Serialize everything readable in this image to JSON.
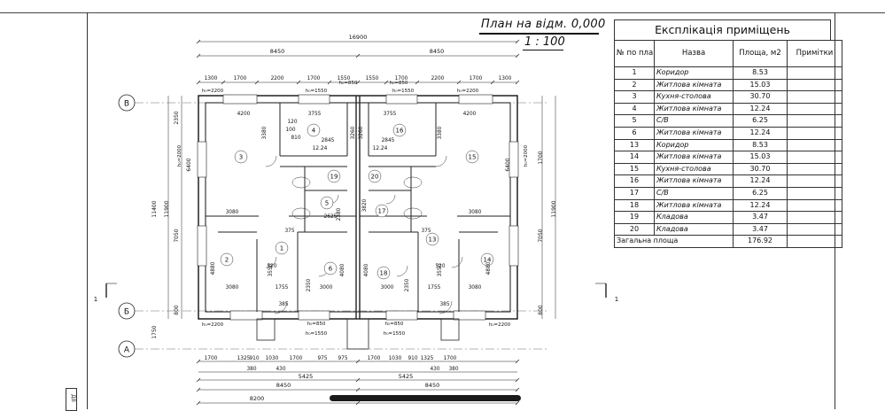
{
  "plan": {
    "title": "План на відм. 0,000",
    "scale": "1 : 100",
    "overall_dim": "16900",
    "half_dims_top": [
      "8450",
      "8450"
    ],
    "half_dims_bottom": [
      "8450",
      "8450"
    ],
    "bottom_total": "8200",
    "top_chain": [
      "1300",
      "1700",
      "2200",
      "1700",
      "1550",
      "1550",
      "1700",
      "2200",
      "1700",
      "1300"
    ],
    "bottom_chain": [
      "1700",
      "1325",
      "910",
      "1030",
      "1700",
      "975",
      "975",
      "1700",
      "1030",
      "910",
      "1325",
      "1700"
    ],
    "bottom_chain2": [
      "380",
      "430",
      "430",
      "380"
    ],
    "bottom_half": [
      "5425",
      "5425"
    ],
    "axes": [
      "В",
      "Б",
      "А"
    ],
    "section_marks": [
      "1",
      "1"
    ],
    "rooms": [
      "1",
      "2",
      "3",
      "4",
      "5",
      "6",
      "13",
      "14",
      "15",
      "16",
      "17",
      "18",
      "19",
      "20"
    ],
    "left_dims": [
      "2350",
      "6400",
      "11400",
      "11900",
      "7050",
      "800",
      "1750"
    ],
    "right_dims": [
      "6400",
      "11900",
      "7050",
      "800",
      "1700"
    ],
    "inner_dims": [
      "4200",
      "3755",
      "3755",
      "4200",
      "3080",
      "3080",
      "3080",
      "3080",
      "4880",
      "4880",
      "3550",
      "3550",
      "2845",
      "2845",
      "3380",
      "3380",
      "3260",
      "3260",
      "12.24",
      "12.24",
      "2625",
      "2380",
      "3820",
      "3000",
      "3000",
      "1755",
      "1755",
      "4080",
      "4080",
      "2350",
      "2350",
      "375",
      "375",
      "520",
      "520",
      "810",
      "100",
      "120",
      "385",
      "385"
    ],
    "openings": [
      "h₀=2200",
      "h₀=1550",
      "h₀=850",
      "h₀=850",
      "h₀=1550",
      "h₀=2200",
      "h₀=2200",
      "h₀=1550",
      "h₀=850",
      "h₀=850",
      "h₀=1550",
      "h₀=2200",
      "h₀=2000",
      "h₀=2000"
    ]
  },
  "explication": {
    "title": "Експлікація приміщень",
    "headers": [
      "№ по плану",
      "Назва",
      "Площа, м2",
      "Примітки"
    ],
    "rows": [
      {
        "num": "1",
        "name": "Коридор",
        "area": "8.53"
      },
      {
        "num": "2",
        "name": "Житлова кімната",
        "area": "15.03"
      },
      {
        "num": "3",
        "name": "Кухня-столова",
        "area": "30.70"
      },
      {
        "num": "4",
        "name": "Житлова кімната",
        "area": "12.24"
      },
      {
        "num": "5",
        "name": "С/В",
        "area": "6.25"
      },
      {
        "num": "6",
        "name": "Житлова кімната",
        "area": "12.24"
      },
      {
        "num": "13",
        "name": "Коридор",
        "area": "8.53"
      },
      {
        "num": "14",
        "name": "Житлова кімната",
        "area": "15.03"
      },
      {
        "num": "15",
        "name": "Кухня-столова",
        "area": "30.70"
      },
      {
        "num": "16",
        "name": "Житлова кімната",
        "area": "12.24"
      },
      {
        "num": "17",
        "name": "С/В",
        "area": "6.25"
      },
      {
        "num": "18",
        "name": "Житлова кімната",
        "area": "12.24"
      },
      {
        "num": "19",
        "name": "Кладова",
        "area": "3.47"
      },
      {
        "num": "20",
        "name": "Кладова",
        "area": "3.47"
      }
    ],
    "total_label": "Загальна площа",
    "total_area": "176.92"
  },
  "sheet_mark": "ДВ"
}
